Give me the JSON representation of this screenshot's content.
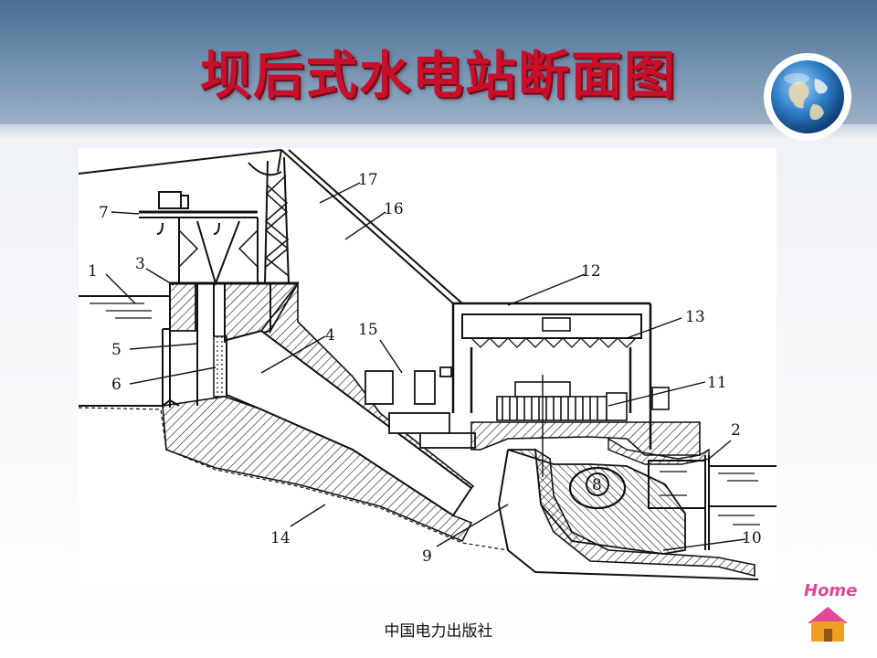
{
  "slide": {
    "title": "坝后式水电站断面图",
    "footer": "中国电力出版社",
    "home_label": "Home"
  },
  "diagram": {
    "callouts": [
      "1",
      "2",
      "3",
      "4",
      "5",
      "6",
      "7",
      "8",
      "9",
      "10",
      "11",
      "12",
      "13",
      "14",
      "15",
      "16",
      "17"
    ]
  },
  "colors": {
    "title": "#c9102a",
    "header": "#5c7ea2",
    "home_text": "#e0479a",
    "home_house": "#f0a020"
  },
  "icons": [
    "globe-icon",
    "home-icon"
  ]
}
